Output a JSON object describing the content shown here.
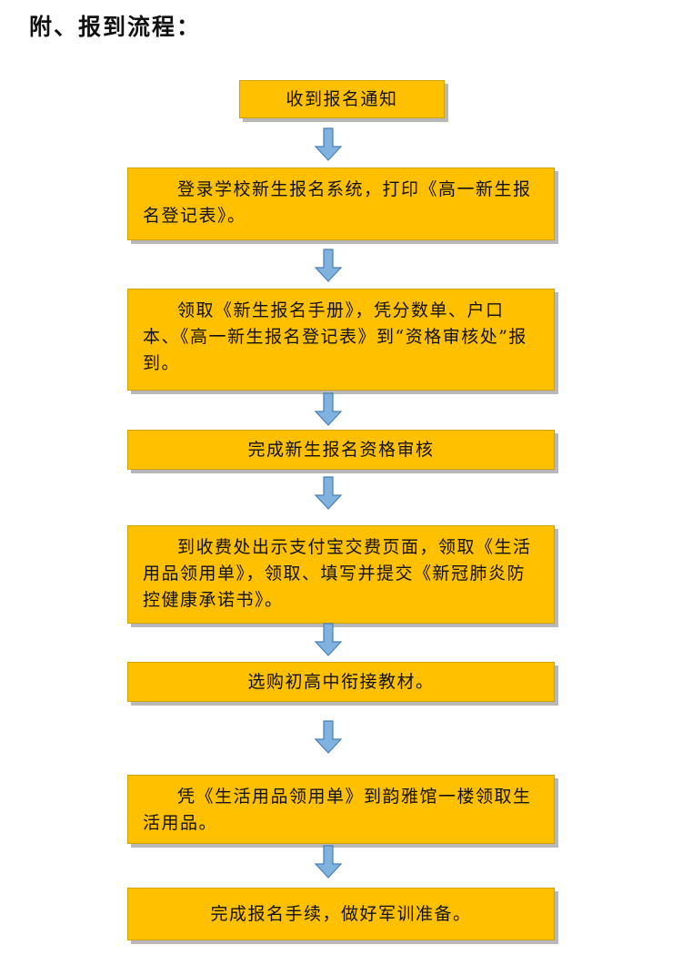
{
  "title": "附、报到流程：",
  "colors": {
    "box_fill": "#ffc000",
    "box_border": "#cfa200",
    "arrow_fill": "#7fb2df",
    "arrow_stroke": "#4a7fb5"
  },
  "steps": [
    "收到报名通知",
    "登录学校新生报名系统，打印《高一新生报名登记表》。",
    "领取《新生报名手册》，凭分数单、户口本、《高一新生报名登记表》到“资格审核处”报到。",
    "完成新生报名资格审核",
    "到收费处出示支付宝交费页面，领取《生活用品领用单》，领取、填写并提交《新冠肺炎防控健康承诺书》。",
    "选购初高中衔接教材。",
    "凭《生活用品领用单》到韵雅馆一楼领取生活用品。",
    "完成报名手续，做好军训准备。"
  ]
}
